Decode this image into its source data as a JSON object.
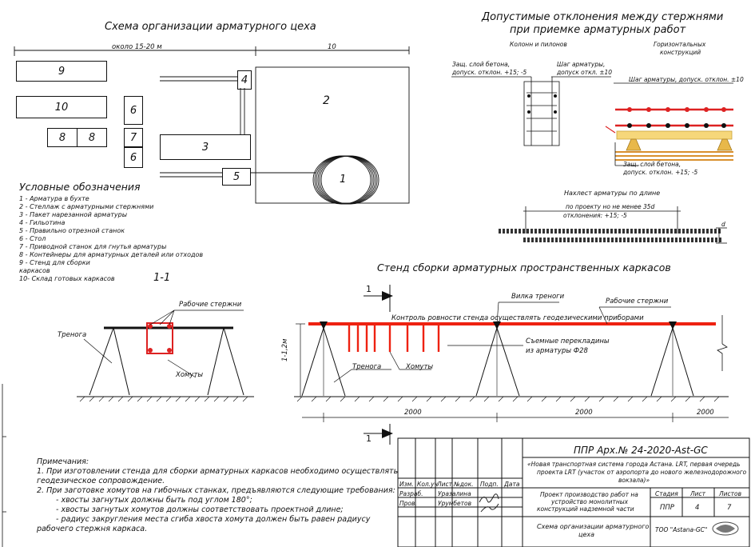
{
  "titles": {
    "workshop": "Схема организации арматурного цеха",
    "tolerances_line1": "Допустимые отклонения между стержнями",
    "tolerances_line2": "при приемке арматурных работ",
    "stand": "Стенд сборки арматурных пространственных каркасов",
    "section": "1-1"
  },
  "workshop": {
    "dim_total": "около 15-20 м",
    "dim_10": "10",
    "blocks": [
      "9",
      "10",
      "8",
      "8",
      "6",
      "7",
      "6",
      "4",
      "2",
      "3",
      "5",
      "1"
    ]
  },
  "legend": {
    "title": "Условные обозначения",
    "items": [
      "1 - Арматура в бухте",
      "2 - Стеллаж с арматурными стержнями",
      "3 - Пакет нарезанной арматуры",
      "4 - Гильотина",
      "5 - Правильно отрезной станок",
      "6 - Стол",
      "7 - Приводной станок для гнутья арматуры",
      "8 - Контейнеры для арматурных деталей или отходов",
      "9 - Стенд для сборки",
      "каркасов",
      "10- Склад готовых каркасов"
    ]
  },
  "tolerances": {
    "columns": "Колонн и пилонов",
    "horizontal_1": "Горизонтальных",
    "horizontal_2": "конструкций",
    "cover_col_1": "Защ. слой бетона,",
    "cover_col_2": "допуск. отклон. +15; -5",
    "pitch_col_1": "Шаг арматуры,",
    "pitch_col_2": "допуск откл. ±10",
    "pitch_hor": "Шаг арматуры, допуск. отклон. ±10",
    "cover_hor_1": "Защ. слой бетона,",
    "cover_hor_2": "допуск. отклон. +15; -5",
    "lap_title": "Нахлест арматуры по длине",
    "lap_1": "по проекту но не менее 35d",
    "lap_2": "отклонения: +15; -5",
    "d": "d"
  },
  "section": {
    "bars": "Рабочие стержни",
    "tripod": "Тренога",
    "stirrups": "Хомуты"
  },
  "stand": {
    "fork": "Вилка треноги",
    "bars": "Рабочие стержни",
    "control": "Контроль ровности стенда осуществлять геодезическими приборами",
    "crossbars_1": "Съемные перекладины",
    "crossbars_2": "из арматуры Ф28",
    "tripod": "Тренога",
    "stirrups": "Хомуты",
    "height": "1-1,2м",
    "span1": "2000",
    "span2": "2000",
    "span3": "2000",
    "cut": "1"
  },
  "notes": {
    "title": "Примечания:",
    "lines": [
      "1. При изготовлении стенда для сборки арматурных каркасов необходимо осуществлять",
      "геодезическое сопровождение.",
      "2. При заготовке хомутов на гибочных станках, предъявляются следующие требования:",
      "   - хвосты загнутых должны быть под углом 180°;",
      "   - хвосты загнутых хомутов должны соответствовать проектной длине;",
      "   - радиус закругления места сгиба хвоста хомута должен быть равен радиусу",
      "рабочего стержня каркаса."
    ]
  },
  "titleblock": {
    "code": "ППР Арх.№ 24-2020-Ast-GC",
    "project_1": "«Новая транспортная система города Астана. LRT, первая очередь",
    "project_2": "проекта LRT (участок от аэропорта до нового железнодорожного",
    "project_3": "вокзала)»",
    "doc_1": "Проект производство работ на",
    "doc_2": "устройство монолитных",
    "doc_3": "конструкций надземной части",
    "sheet_1": "Схема организации арматурного",
    "sheet_2": "цеха",
    "company": "ТОО \"Astana-GC\"",
    "col_headers": [
      "Изм.",
      "Кол.уч",
      "Лист",
      "№док.",
      "Подп.",
      "Дата"
    ],
    "row1_role": "Разраб.",
    "row1_name": "Уразалина",
    "row2_role": "Пров.",
    "row2_name": "Урумбетов",
    "stage_h": "Стадия",
    "sheet_h": "Лист",
    "sheets_h": "Листов",
    "stage": "ППР",
    "sheet": "4",
    "sheets": "7"
  }
}
